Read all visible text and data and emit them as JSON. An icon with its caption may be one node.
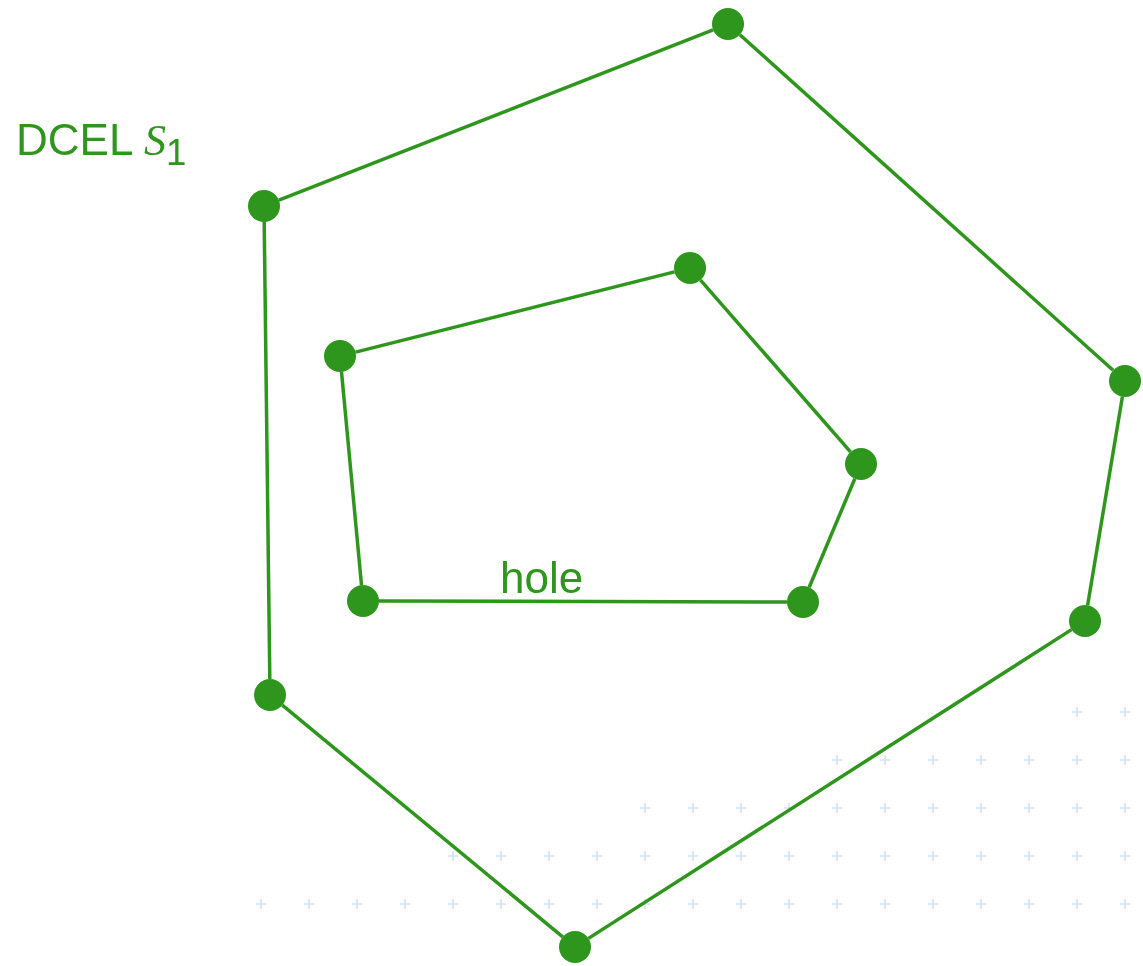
{
  "diagram": {
    "nodes": [
      {
        "text": [],
        "shape": "circle"
      },
      {
        "text": [],
        "shape": "circle"
      },
      {
        "text": [],
        "shape": "circle"
      },
      {
        "text": [],
        "shape": "circle"
      },
      {
        "text": [],
        "shape": "circle"
      },
      {
        "text": [],
        "shape": "circle"
      },
      {
        "text": [],
        "shape": "circle"
      },
      {
        "text": [],
        "shape": "circle"
      },
      {
        "text": [],
        "shape": "circle"
      },
      {
        "text": [],
        "shape": "circle"
      },
      {
        "text": [],
        "shape": "circle"
      }
    ],
    "edges": [
      {
        "from": 0,
        "to": 1,
        "arrow": "none"
      },
      {
        "from": 1,
        "to": 2,
        "arrow": "none"
      },
      {
        "from": 2,
        "to": 3,
        "arrow": "none"
      },
      {
        "from": 3,
        "to": 4,
        "arrow": "none"
      },
      {
        "from": 4,
        "to": 5,
        "arrow": "none"
      },
      {
        "from": 5,
        "to": 0,
        "arrow": "none"
      },
      {
        "from": 6,
        "to": 7,
        "arrow": "none"
      },
      {
        "from": 7,
        "to": 8,
        "arrow": "none"
      },
      {
        "from": 8,
        "to": 9,
        "arrow": "none"
      },
      {
        "from": 9,
        "to": 10,
        "arrow": "none"
      },
      {
        "from": 10,
        "to": 6,
        "arrow": "none"
      }
    ],
    "labels": [
      "DCEL *S*$_{1}$",
      "hole"
    ]
  }
}
